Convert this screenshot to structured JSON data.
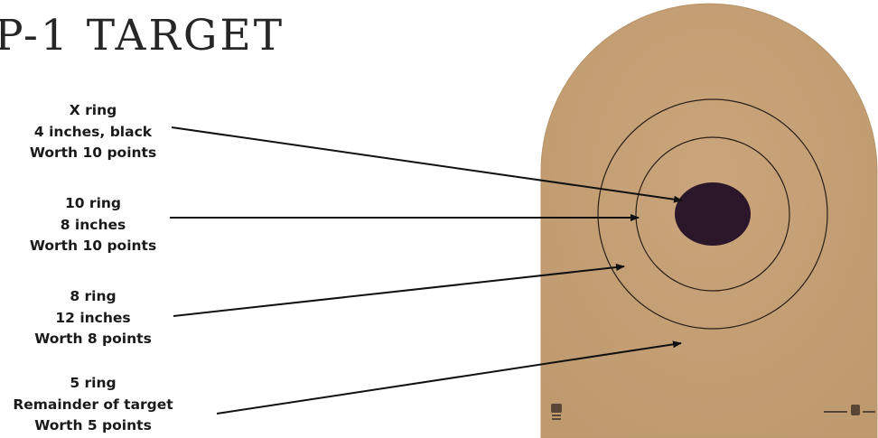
{
  "title": "P-1 TARGET",
  "colors": {
    "target_fill": "#c69f74",
    "x_ring_fill": "#2c1629",
    "ring_stroke": "#2a2018",
    "arrow": "#111111",
    "text": "#1a1a1a"
  },
  "rings": [
    {
      "name": "X ring",
      "size": "4 inches, black",
      "points": "Worth 10 points"
    },
    {
      "name": "10 ring",
      "size": "8 inches",
      "points": "Worth 10 points"
    },
    {
      "name": "8 ring",
      "size": "12 inches",
      "points": "Worth 8 points"
    },
    {
      "name": "5 ring",
      "size": "Remainder of target",
      "points": "Worth 5 points"
    }
  ]
}
